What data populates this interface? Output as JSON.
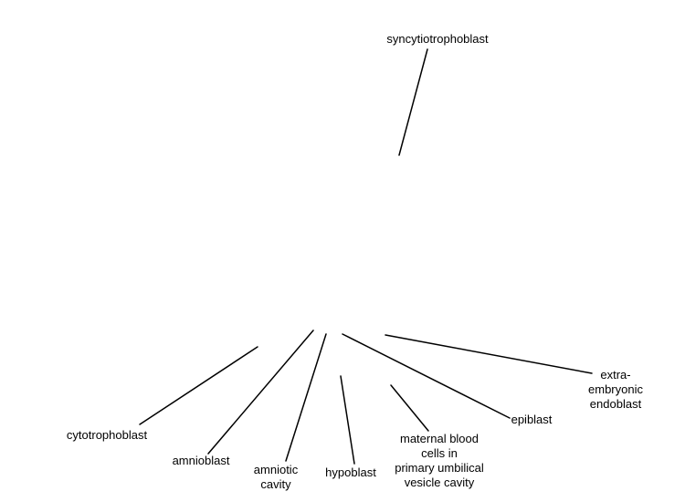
{
  "labels": {
    "syncytiotrophoblast": "syncytiotrophoblast",
    "cytotrophoblast": "cytotrophoblast",
    "amnioblast": "amnioblast",
    "amniotic_cavity": "amniotic\ncavity",
    "hypoblast": "hypoblast",
    "maternal_blood": "maternal blood\ncells in\nprimary umbilical\nvesicle cavity",
    "epiblast": "epiblast",
    "extra_embryonic_endoblast": "extra-\nembryonic\nendoblast"
  },
  "colors": {
    "background": "#ffffff",
    "line": "#000000",
    "text": "#000000"
  }
}
